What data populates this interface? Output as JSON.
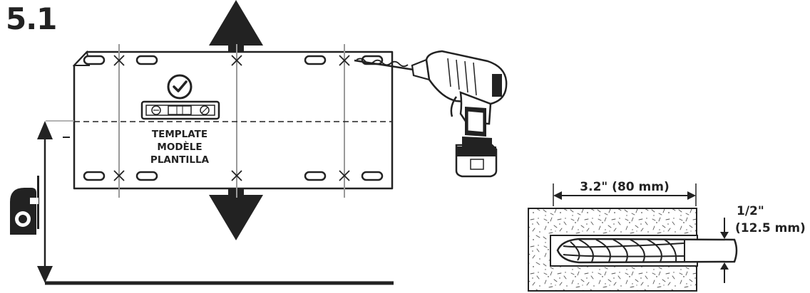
{
  "step": {
    "number": "5.1"
  },
  "template": {
    "label_en": "TEMPLATE",
    "label_fr": "MODÈLE",
    "label_es": "PLANTILLA"
  },
  "detail": {
    "depth_label": "3.2\" (80 mm)",
    "diameter_label_line1": "1/2\"",
    "diameter_label_line2": "(12.5 mm)"
  },
  "icons": [
    "level-check-icon",
    "spirit-level-icon",
    "drill-icon",
    "tape-measure-icon",
    "arrow-up-icon",
    "arrow-down-icon",
    "drill-bit-icon"
  ],
  "colors": {
    "ink": "#222222",
    "guide_line": "#9a9a9a",
    "paper": "#ffffff"
  }
}
